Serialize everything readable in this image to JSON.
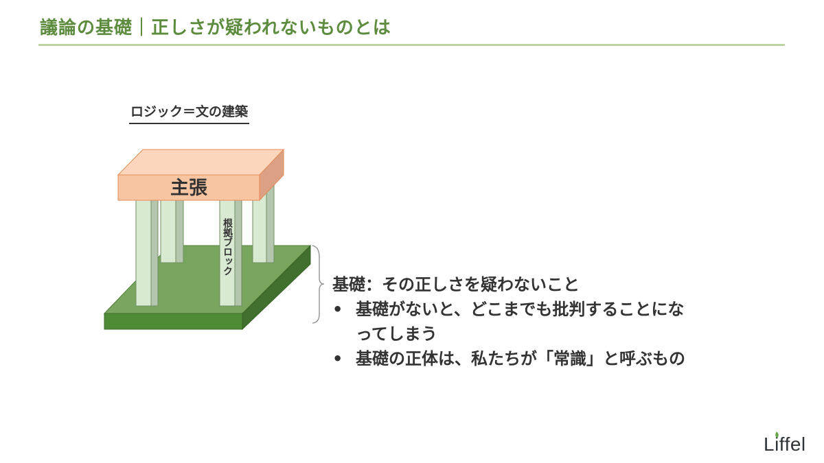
{
  "header": {
    "title": "議論の基礎｜正しさが疑われないものとは"
  },
  "diagram": {
    "heading": "ロジック＝文の建築",
    "top_block_label": "主張",
    "pillar_label": "根拠ブロック",
    "colors": {
      "top": "#f8c9a8",
      "pillar": "#d9ead3",
      "base": "#6a9a55"
    }
  },
  "body": {
    "lead": "基礎：その正しさを疑わないこと",
    "bullets": [
      "基礎がないと、どこまでも批判することになってしまう",
      "基礎の正体は、私たちが「常識」と呼ぶもの"
    ]
  },
  "logo": {
    "text": "Liffel"
  }
}
